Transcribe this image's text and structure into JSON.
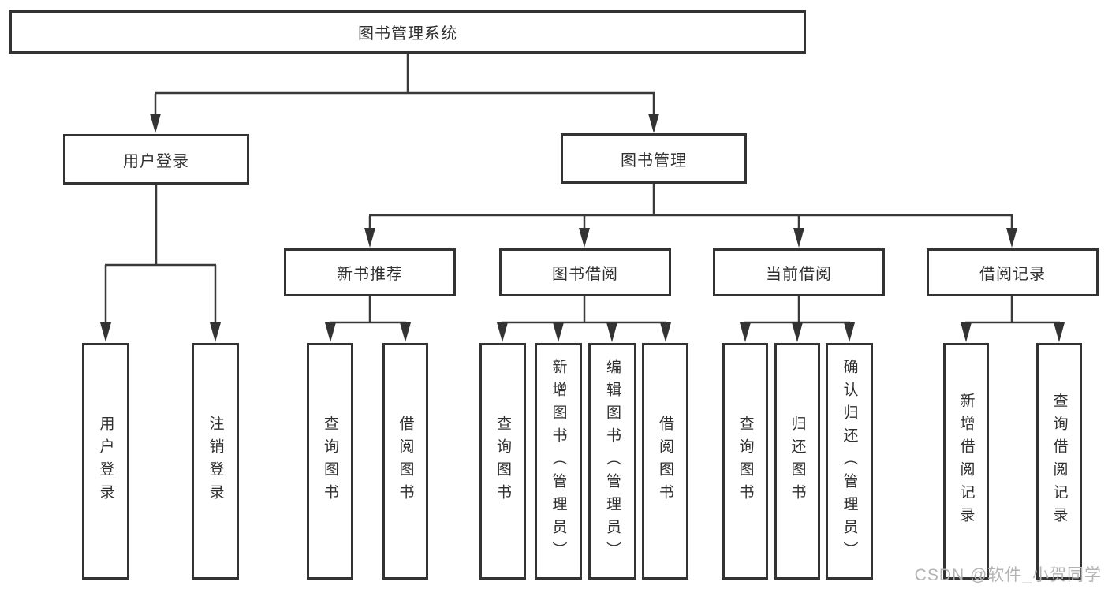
{
  "diagram": {
    "root": "图书管理系统",
    "level2": [
      "用户登录",
      "图书管理"
    ],
    "level3": [
      "新书推荐",
      "图书借阅",
      "当前借阅",
      "借阅记录"
    ],
    "leaves": {
      "user_login": [
        "用户登录",
        "注销登录"
      ],
      "new_book": [
        "查询图书",
        "借阅图书"
      ],
      "book_borrow": [
        "查询图书",
        "新增图书（管理员）",
        "编辑图书（管理员）",
        "借阅图书"
      ],
      "current_borrow": [
        "查询图书",
        "归还图书",
        "确认归还（管理员）"
      ],
      "borrow_records": [
        "新增借阅记录",
        "查询借阅记录"
      ]
    }
  },
  "watermark": "CSDN @软件_小贺同学",
  "colors": {
    "line": "#3a3a3a",
    "box_border": "#333333",
    "text": "#303030",
    "background": "#ffffff",
    "watermark": "#b3b3b3"
  }
}
